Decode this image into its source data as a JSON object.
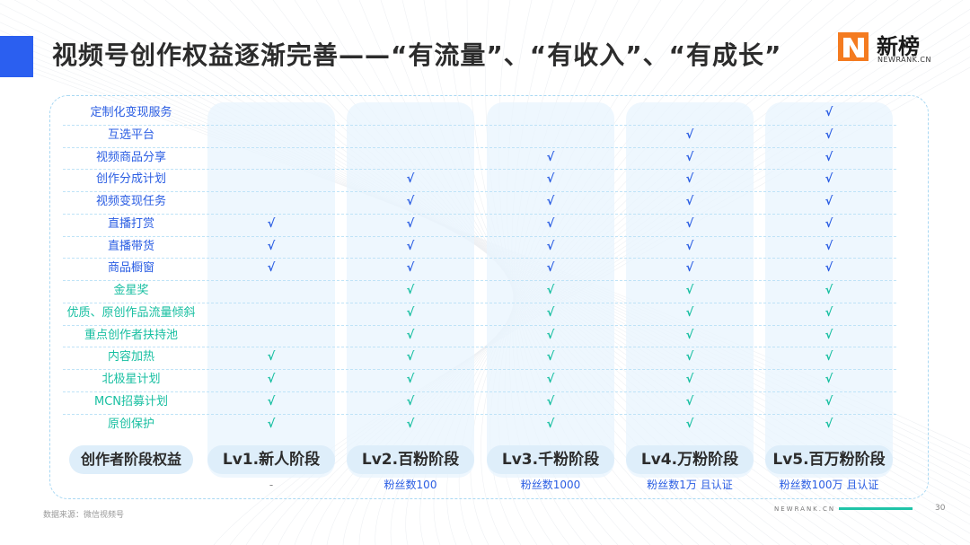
{
  "title": "视频号创作权益逐渐完善——“有流量”、“有收入”、“有成长”",
  "logo": {
    "text": "新榜",
    "sub": "NEWRANK.CN"
  },
  "colors": {
    "blue": "#2a5de3",
    "green": "#17bfa1",
    "accent": "#2b5ff0",
    "teal_bar": "#1fc4a8"
  },
  "check_mark": "√",
  "rows": [
    {
      "label": "定制化变现服务",
      "color": "blue",
      "levels": [
        false,
        false,
        false,
        false,
        true
      ]
    },
    {
      "label": "互选平台",
      "color": "blue",
      "levels": [
        false,
        false,
        false,
        true,
        true
      ]
    },
    {
      "label": "视频商品分享",
      "color": "blue",
      "levels": [
        false,
        false,
        true,
        true,
        true
      ]
    },
    {
      "label": "创作分成计划",
      "color": "blue",
      "levels": [
        false,
        true,
        true,
        true,
        true
      ]
    },
    {
      "label": "视频变现任务",
      "color": "blue",
      "levels": [
        false,
        true,
        true,
        true,
        true
      ]
    },
    {
      "label": "直播打赏",
      "color": "blue",
      "levels": [
        true,
        true,
        true,
        true,
        true
      ]
    },
    {
      "label": "直播带货",
      "color": "blue",
      "levels": [
        true,
        true,
        true,
        true,
        true
      ]
    },
    {
      "label": "商品橱窗",
      "color": "blue",
      "levels": [
        true,
        true,
        true,
        true,
        true
      ]
    },
    {
      "label": "金星奖",
      "color": "green",
      "levels": [
        false,
        true,
        true,
        true,
        true
      ]
    },
    {
      "label": "优质、原创作品流量倾斜",
      "color": "green",
      "levels": [
        false,
        true,
        true,
        true,
        true
      ]
    },
    {
      "label": "重点创作者扶持池",
      "color": "green",
      "levels": [
        false,
        true,
        true,
        true,
        true
      ]
    },
    {
      "label": "内容加热",
      "color": "green",
      "levels": [
        true,
        true,
        true,
        true,
        true
      ]
    },
    {
      "label": "北极星计划",
      "color": "green",
      "levels": [
        true,
        true,
        true,
        true,
        true
      ]
    },
    {
      "label": "MCN招募计划",
      "color": "green",
      "levels": [
        true,
        true,
        true,
        true,
        true
      ]
    },
    {
      "label": "原创保护",
      "color": "green",
      "levels": [
        true,
        true,
        true,
        true,
        true
      ]
    }
  ],
  "row_header": "创作者阶段权益",
  "levels": [
    {
      "name": "Lv1.新人阶段",
      "sub": "-"
    },
    {
      "name": "Lv2.百粉阶段",
      "sub": "粉丝数100"
    },
    {
      "name": "Lv3.千粉阶段",
      "sub": "粉丝数1000"
    },
    {
      "name": "Lv4.万粉阶段",
      "sub": "粉丝数1万 且认证"
    },
    {
      "name": "Lv5.百万粉阶段",
      "sub": "粉丝数100万 且认证"
    }
  ],
  "footer": {
    "source": "数据来源：微信视频号",
    "site": "NEWRANK.CN",
    "page": "30"
  }
}
